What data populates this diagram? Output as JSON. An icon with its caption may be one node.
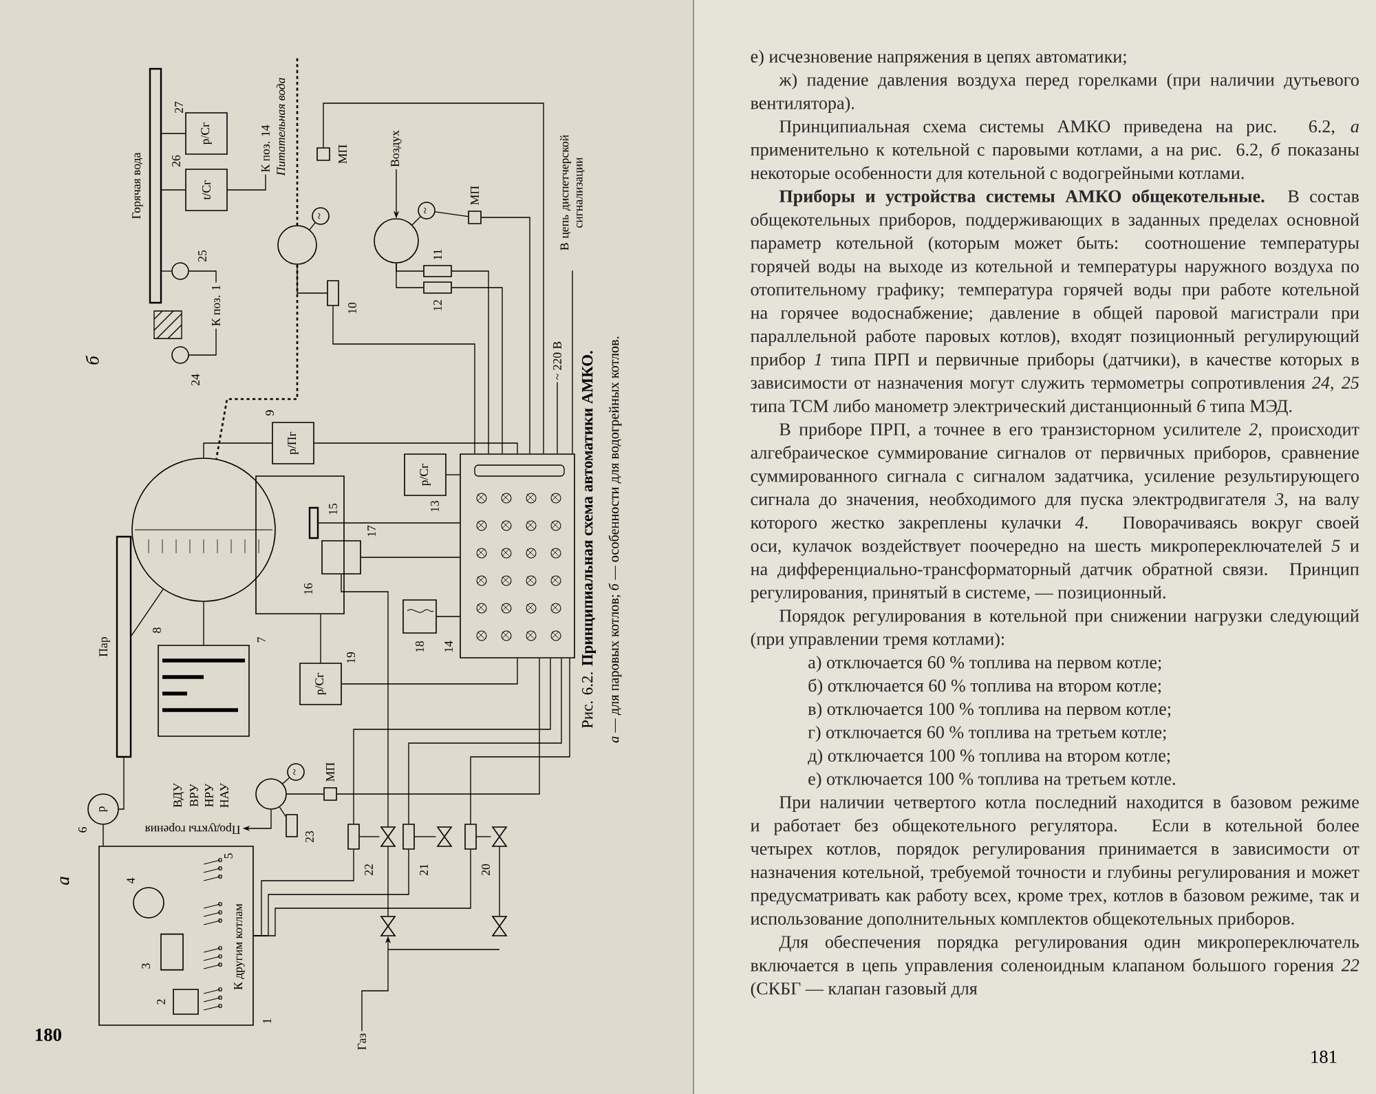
{
  "diagram": {
    "caption": "Рис. 6.2. **Принципиальная схема автоматики АМКО.**",
    "nodes": [
      {
        "text": [],
        "shape": "box",
        "beside": [
          "1"
        ]
      },
      {
        "text": [],
        "shape": "box",
        "beside": [
          "2"
        ],
        "in": 0
      },
      {
        "text": [],
        "shape": "cylinder",
        "beside": [
          "3"
        ],
        "in": 0
      },
      {
        "text": [],
        "shape": "circle",
        "beside": [
          "4"
        ],
        "in": 0
      },
      {
        "text": [
          "К другим котлам"
        ],
        "in": 0
      },
      {
        "text": [
          "p"
        ],
        "beside": [
          "6"
        ]
      },
      {
        "text": [],
        "shape": "bar",
        "beside": [
          "Пар"
        ]
      },
      {
        "text": [],
        "shape": "circle"
      },
      {
        "text": [],
        "shape": "box",
        "beside": [
          "8",
          "7"
        ]
      },
      {
        "text": [],
        "shape": "box"
      },
      {
        "text": [],
        "shape": "bar",
        "beside": [
          "15"
        ],
        "in": 9
      },
      {
        "text": [],
        "shape": "box",
        "beside": [
          "16",
          "17"
        ]
      },
      {
        "text": [
          "p/Пг"
        ],
        "beside": [
          "9"
        ]
      },
      {
        "text": [
          "p/Сг"
        ],
        "beside": [
          "13"
        ]
      },
      {
        "text": [],
        "shape": "box",
        "beside": [
          "14"
        ]
      },
      {
        "text": [],
        "shape": "box",
        "beside": [
          "18"
        ]
      },
      {
        "text": [
          "p/Сг"
        ],
        "beside": [
          "19"
        ]
      },
      {
        "text": [],
        "shape": "circle"
      },
      {
        "text": [
          "~"
        ]
      },
      {
        "text": [],
        "shape": "box",
        "beside": [
          "МП"
        ]
      },
      {
        "text": [],
        "shape": "box",
        "beside": [
          "23"
        ]
      },
      {
        "text": [
          "Продукты горения"
        ]
      },
      {
        "text": [],
        "shape": "box",
        "beside": [
          "22"
        ]
      },
      {
        "text": [],
        "shape": "box",
        "beside": [
          "21"
        ]
      },
      {
        "text": [],
        "shape": "box",
        "beside": [
          "20"
        ]
      },
      {
        "text": [],
        "shape": "valve"
      },
      {
        "text": [],
        "shape": "valve"
      },
      {
        "text": [],
        "shape": "valve"
      },
      {
        "text": [],
        "shape": "valve"
      },
      {
        "text": [],
        "shape": "valve"
      },
      {
        "text": [
          "Газ"
        ]
      },
      {
        "text": [],
        "shape": "bar",
        "beside": [
          "Горячая вода"
        ]
      },
      {
        "text": [
          "p/Сг"
        ],
        "beside": [
          "27"
        ]
      },
      {
        "text": [
          "t/Сг"
        ],
        "beside": [
          "26"
        ]
      },
      {
        "text": [],
        "shape": "circle",
        "beside": [
          "25"
        ]
      },
      {
        "text": [],
        "shape": "circle",
        "beside": [
          "24"
        ]
      },
      {
        "text": [
          "К поз. 1"
        ]
      },
      {
        "text": [
          "К поз. 14"
        ]
      },
      {
        "text": [],
        "shape": "circle"
      },
      {
        "text": [
          "~"
        ]
      },
      {
        "text": [],
        "shape": "box",
        "beside": [
          "МП"
        ]
      },
      {
        "text": [],
        "shape": "box",
        "beside": [
          "10"
        ]
      },
      {
        "text": [
          "Воздух"
        ]
      },
      {
        "text": [],
        "shape": "circle"
      },
      {
        "text": [
          "~"
        ]
      },
      {
        "text": [],
        "shape": "box",
        "beside": [
          "МП"
        ]
      },
      {
        "text": [],
        "shape": "box",
        "beside": [
          "11"
        ]
      },
      {
        "text": [],
        "shape": "box",
        "beside": [
          "12"
        ]
      },
      {
        "text": [
          "В цепь диспетчерской сигнализации"
        ]
      },
      {
        "text": [
          "~ 220 В"
        ]
      }
    ],
    "edges": [
      {
        "from": 5,
        "to": 6,
        "arrow": "none"
      },
      {
        "from": 7,
        "to": 6,
        "arrow": "none"
      },
      {
        "from": 8,
        "to": 7,
        "arrow": "none"
      },
      {
        "from": 12,
        "to": 7,
        "arrow": "none"
      },
      {
        "from": 12,
        "to": 14,
        "arrow": "none"
      },
      {
        "from": 13,
        "to": 14,
        "arrow": "none"
      },
      {
        "from": 16,
        "to": 14,
        "arrow": "none"
      },
      {
        "from": 15,
        "to": 14,
        "arrow": "none"
      },
      {
        "from": 10,
        "to": 14,
        "arrow": "none"
      },
      {
        "from": 11,
        "to": 14,
        "arrow": "none"
      },
      {
        "from": 16,
        "to": 9,
        "arrow": "none"
      },
      {
        "from": 0,
        "to": 22,
        "arrow": "none"
      },
      {
        "from": 0,
        "to": 23,
        "arrow": "none"
      },
      {
        "from": 0,
        "to": 24,
        "arrow": "none"
      },
      {
        "from": 14,
        "to": 22,
        "arrow": "none"
      },
      {
        "from": 14,
        "to": 23,
        "arrow": "none"
      },
      {
        "from": 14,
        "to": 24,
        "arrow": "none"
      },
      {
        "from": 30,
        "to": 28,
        "arrow": "to"
      },
      {
        "from": 28,
        "to": 25,
        "arrow": "none"
      },
      {
        "from": 29,
        "to": 27,
        "arrow": "none"
      },
      {
        "from": 22,
        "to": 25,
        "arrow": "none"
      },
      {
        "from": 23,
        "to": 26,
        "arrow": "none"
      },
      {
        "from": 24,
        "to": 27,
        "arrow": "none"
      },
      {
        "from": 19,
        "to": 17,
        "arrow": "none"
      },
      {
        "from": 14,
        "to": 19,
        "arrow": "none"
      },
      {
        "from": 20,
        "to": 17,
        "arrow": "none"
      },
      {
        "from": 17,
        "to": 21,
        "arrow": "to"
      },
      {
        "from": 18,
        "to": 17,
        "arrow": "none"
      },
      {
        "from": 25,
        "to": 11,
        "arrow": "none"
      },
      {
        "from": 5,
        "to": 0,
        "arrow": "none"
      },
      {
        "from": 32,
        "to": 31,
        "arrow": "none"
      },
      {
        "from": 33,
        "to": 31,
        "arrow": "none"
      },
      {
        "from": 34,
        "to": 31,
        "arrow": "none"
      },
      {
        "from": 34,
        "to": 36,
        "arrow": "none"
      },
      {
        "from": 35,
        "to": 36,
        "arrow": "none"
      },
      {
        "from": 33,
        "to": 37,
        "arrow": "none"
      },
      {
        "from": 38,
        "to": 7,
        "arrow": "none",
        "style": "dashed"
      },
      {
        "from": 39,
        "to": 38,
        "arrow": "none"
      },
      {
        "from": 40,
        "to": 14,
        "arrow": "none"
      },
      {
        "from": 38,
        "to": 41,
        "arrow": "none"
      },
      {
        "from": 41,
        "to": 14,
        "arrow": "none"
      },
      {
        "from": 45,
        "to": 14,
        "arrow": "none"
      },
      {
        "from": 46,
        "to": 14,
        "arrow": "none"
      },
      {
        "from": 47,
        "to": 14,
        "arrow": "none"
      },
      {
        "from": 43,
        "to": 46,
        "arrow": "none"
      },
      {
        "from": 43,
        "to": 47,
        "arrow": "none"
      },
      {
        "from": 44,
        "to": 43,
        "arrow": "none"
      },
      {
        "from": 45,
        "to": 44,
        "arrow": "none"
      },
      {
        "from": 42,
        "to": 43,
        "arrow": "to"
      },
      {
        "from": 14,
        "to": 48,
        "arrow": "none"
      },
      {
        "from": 14,
        "to": 49,
        "arrow": "none"
      }
    ],
    "labels": [
      "а",
      "б",
      "ВДУ",
      "ВРУ",
      "НРУ",
      "НАУ",
      "5",
      "Питательная вода",
      "*а* — для паровых котлов; *б* — особенности для водогрейных котлов.",
      "180",
      "е) исчезновение напряжения в цепях автоматики;",
      "ж) падение давления воздуха перед горелками (при наличии дутьевого вентилятора).",
      "Принципиальная схема системы АМКО приведена на рис. 6.2, *а* применительно к котельной с паровыми котлами, а на рис. 6.2, *б* показаны некоторые особенности для котельной с водогрейными котлами.",
      "**Приборы и устройства системы АМКО общекотельные.** В состав общекотельных приборов, поддерживающих в заданных пределах основной параметр котельной (которым может быть: соотношение температуры горячей воды на выходе из котельной и температуры наружного воздуха по отопительному графику; температура горячей воды при работе котельной на горячее водоснабжение; давление в общей паровой магистрали при параллельной работе паровых котлов), входят позиционный регулирующий прибор *1* типа ПРП и первичные приборы (датчики), в качестве которых в зависимости от назначения могут служить термометры сопротивления *24, 25* типа ТСМ либо манометр электрический дистанционный *6* типа МЭД.",
      "В приборе ПРП, а точнее в его транзисторном усилителе *2*, происходит алгебраическое суммирование сигналов от первичных приборов, сравнение суммированного сигнала с сигналом задатчика, усиление результирующего сигнала до значения, необходимого для пуска электродвигателя *3*, на валу которого жестко закреплены кулачки *4*. Поворачиваясь вокруг своей оси, кулачок воздействует поочередно на шесть микропереключателей *5* и на дифференциально-трансформаторный датчик обратной связи. Принцип регулирования, принятый в системе, — позиционный.",
      "Порядок регулирования в котельной при снижении нагрузки следующий (при управлении тремя котлами):",
      "а) отключается 60 % топлива на первом котле;",
      "б) отключается 60 % топлива на втором котле;",
      "в) отключается 100 % топлива на первом котле;",
      "г) отключается 60 % топлива на третьем котле;",
      "д) отключается 100 % топлива на втором котле;",
      "е) отключается 100 % топлива на третьем котле.",
      "При наличии четвертого котла последний находится в базовом режиме и работает без общекотельного регулятора. Если в котельной более четырех котлов, порядок регулирования принимается в зависимости от назначения котельной, требуемой точности и глубины регулирования и может предусматривать как работу всех, кроме трех, котлов в базовом режиме, так и использование дополнительных комплектов общекотельных приборов.",
      "Для обеспечения порядка регулирования один микропереключатель включается в цепь управления соленоидным клапаном большого горения *22* (СКБГ — клапан газовый для",
      "181"
    ]
  }
}
